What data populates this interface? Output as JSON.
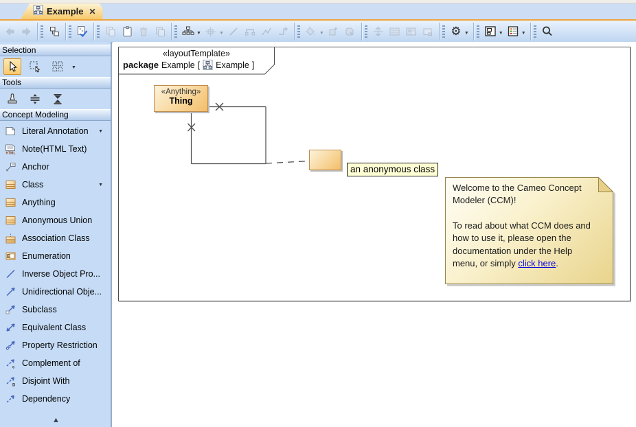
{
  "tab": {
    "title": "Example"
  },
  "icons": {
    "close": "✕",
    "caret": "▼",
    "scroll_up": "▲",
    "gear": "⚙"
  },
  "toolbar": {
    "buttons": [
      "back",
      "forward",
      "related-elements",
      "validate",
      "copy",
      "paste",
      "delete",
      "paste-with-style",
      "layout-hierarchy",
      "align",
      "draw-path",
      "draw-corner-path",
      "draw-oblique-path",
      "draw-rectilinear-path",
      "fill-color",
      "bring-forward",
      "apply-style",
      "swimlane",
      "show-grid",
      "image-shape",
      "window-shape",
      "settings-gear",
      "diagram-windows",
      "legend",
      "search"
    ]
  },
  "sidebar": {
    "sections": [
      {
        "title": "Selection"
      },
      {
        "title": "Tools"
      },
      {
        "title": "Concept Modeling"
      }
    ],
    "selection_tools": [
      "pointer",
      "marquee-select",
      "multi-select"
    ],
    "tools": [
      "sticky-stamp",
      "vertical-spread",
      "fit-vertical"
    ],
    "palette": {
      "items": [
        {
          "label": "Literal Annotation",
          "icon": "literal-annotation",
          "dropdown": true
        },
        {
          "label": "Note(HTML Text)",
          "icon": "note-html",
          "dropdown": false
        },
        {
          "label": "Anchor",
          "icon": "anchor",
          "dropdown": false
        },
        {
          "label": "Class",
          "icon": "class",
          "dropdown": true
        },
        {
          "label": "Anything",
          "icon": "anything",
          "dropdown": false
        },
        {
          "label": "Anonymous Union",
          "icon": "anonymous-union",
          "dropdown": false
        },
        {
          "label": "Association Class",
          "icon": "association-class",
          "dropdown": false
        },
        {
          "label": "Enumeration",
          "icon": "enumeration",
          "dropdown": false
        },
        {
          "label": "Inverse Object Pro...",
          "icon": "inverse-object-property",
          "dropdown": false
        },
        {
          "label": "Unidirectional Obje...",
          "icon": "unidirectional-object-property",
          "dropdown": false
        },
        {
          "label": "Subclass",
          "icon": "subclass",
          "dropdown": false
        },
        {
          "label": "Equivalent Class",
          "icon": "equivalent-class",
          "dropdown": false
        },
        {
          "label": "Property Restriction",
          "icon": "property-restriction",
          "dropdown": false
        },
        {
          "label": "Complement of",
          "icon": "complement-of",
          "dropdown": false
        },
        {
          "label": "Disjoint With",
          "icon": "disjoint-with",
          "dropdown": false
        },
        {
          "label": "Dependency",
          "icon": "dependency",
          "dropdown": false
        }
      ]
    }
  },
  "diagram": {
    "frame_header": {
      "stereotype": "«layoutTemplate»",
      "kind": "package",
      "name": "Example",
      "open_bracket": "[",
      "diagram_name": "Example",
      "close_bracket": "]"
    },
    "thing_class": {
      "stereotype": "«Anything»",
      "name": "Thing"
    },
    "anonymous_class_label": "an anonymous class",
    "note": {
      "greeting": "Welcome to the Cameo Concept Modeler (CCM)!",
      "body_before_link": "To read about what CCM does and how to use it, please open the documentation under the Help menu, or simply ",
      "link_text": "click here",
      "body_after_link": "."
    }
  },
  "colors": {
    "accent_orange": "#f0a53c",
    "tab_fill": "#f7c968",
    "selection_highlight": "#f9c96e",
    "class_fill": "#f2bd6a",
    "class_border": "#c08b4e",
    "note_fill": "#f0e2a8",
    "note_border": "#97874a",
    "link_blue": "#0000dd",
    "sidebar_bg": "#c6dcf6",
    "tabbar_bg": "#cdddf4",
    "canvas": "#ffffff"
  }
}
